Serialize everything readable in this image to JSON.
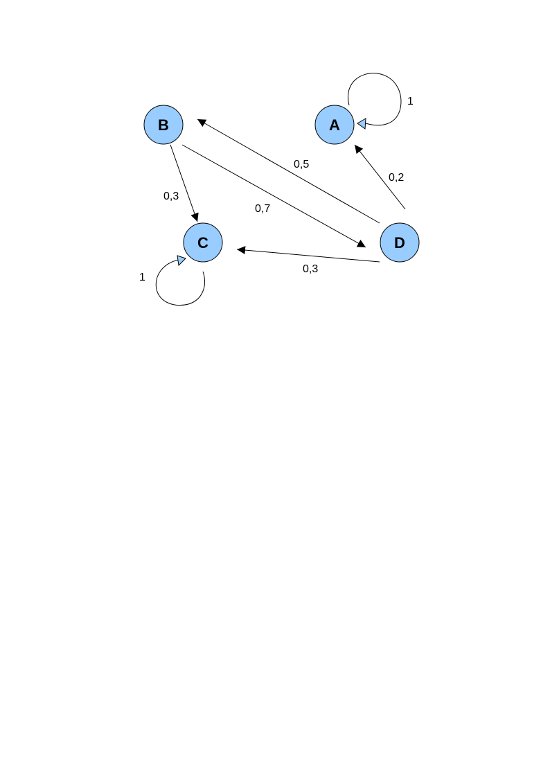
{
  "diagram": {
    "nodes": [
      {
        "id": "A",
        "label": "A"
      },
      {
        "id": "B",
        "label": "B"
      },
      {
        "id": "C",
        "label": "C"
      },
      {
        "id": "D",
        "label": "D"
      }
    ],
    "edges": [
      {
        "from": "A",
        "to": "A",
        "label": "1"
      },
      {
        "from": "B",
        "to": "C",
        "label": "0,3"
      },
      {
        "from": "B",
        "to": "D",
        "label": "0,7"
      },
      {
        "from": "D",
        "to": "B",
        "label": "0,5"
      },
      {
        "from": "D",
        "to": "A",
        "label": "0,2"
      },
      {
        "from": "D",
        "to": "C",
        "label": "0,3"
      },
      {
        "from": "C",
        "to": "C",
        "label": "1"
      }
    ],
    "colors": {
      "node_fill": "#99ccff",
      "node_stroke": "#000000",
      "edge": "#000000",
      "self_loop_arrow": "#99ccff"
    }
  }
}
